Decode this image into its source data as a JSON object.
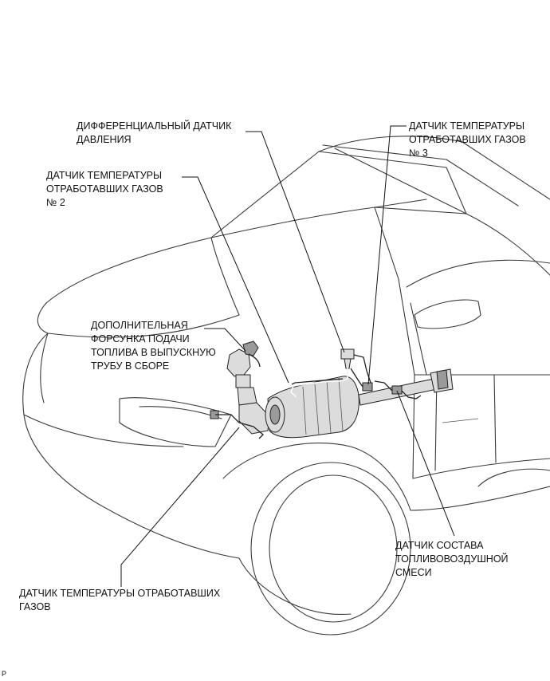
{
  "labels": {
    "differential_pressure_sensor": [
      "ДИФФЕРЕНЦИАЛЬНЫЙ ДАТЧИК",
      "ДАВЛЕНИЯ"
    ],
    "exhaust_temp_sensor_no3": [
      "ДАТЧИК ТЕМПЕРАТУРЫ",
      "ОТРАБОТАВШИХ ГАЗОВ",
      "№ 3"
    ],
    "exhaust_temp_sensor_no2": [
      "ДАТЧИК ТЕМПЕРАТУРЫ",
      "ОТРАБОТАВШИХ ГАЗОВ",
      "№ 2"
    ],
    "exhaust_fuel_injector": [
      "ДОПОЛНИТЕЛЬНАЯ",
      "ФОРСУНКА ПОДАЧИ",
      "ТОПЛИВА В ВЫПУСКНУЮ",
      "ТРУБУ В СБОРЕ"
    ],
    "air_fuel_ratio_sensor": [
      "ДАТЧИК СОСТАВА",
      "ТОПЛИВОВОЗДУШНОЙ",
      "СМЕСИ"
    ],
    "exhaust_temp_sensor": [
      "ДАТЧИК ТЕМПЕРАТУРЫ ОТРАБОТАВШИХ",
      "ГАЗОВ"
    ]
  },
  "corner_mark": "P"
}
